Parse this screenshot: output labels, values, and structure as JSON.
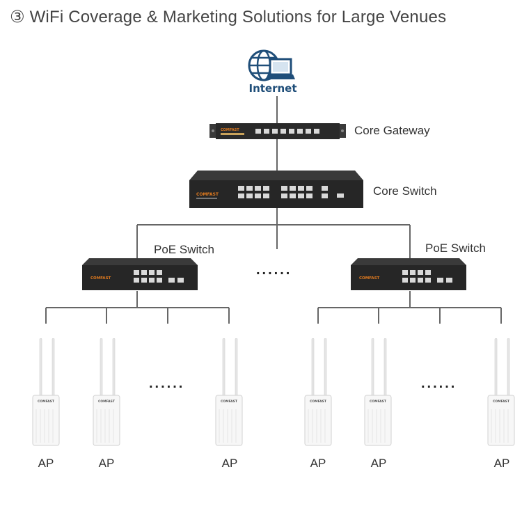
{
  "title": "③ WiFi Coverage & Marketing Solutions for Large Venues",
  "internet": {
    "label": "Internet",
    "icon": "globe-computer-icon"
  },
  "core_gateway": {
    "label": "Core Gateway"
  },
  "core_switch": {
    "label": "Core Switch"
  },
  "poe_switches": [
    {
      "label": "PoE Switch"
    },
    {
      "label": "PoE Switch"
    }
  ],
  "ellipsis": "......",
  "access_points": [
    {
      "label": "AP"
    },
    {
      "label": "AP"
    },
    {
      "label": "AP"
    },
    {
      "label": "AP"
    },
    {
      "label": "AP"
    },
    {
      "label": "AP"
    }
  ],
  "brand": "COMFAST",
  "colors": {
    "line": "#666666",
    "device_body": "#2a2a2a",
    "port": "#d9d9d9",
    "brand_accent": "#e07a1f",
    "internet_blue": "#1f4e79"
  }
}
